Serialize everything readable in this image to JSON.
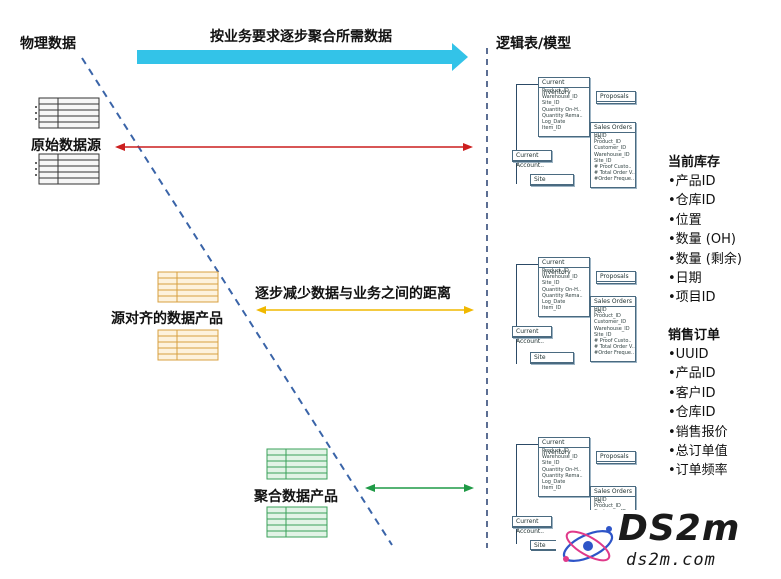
{
  "headers": {
    "left": "物理数据",
    "right": "逻辑表/模型",
    "top_arrow": "按业务要求逐步聚合所需数据"
  },
  "middle_label": "逐步减少数据与业务之间的距离",
  "layers": [
    {
      "label": "原始数据源",
      "color": "#333333"
    },
    {
      "label": "源对齐的数据产品",
      "color": "#d8a040"
    },
    {
      "label": "聚合数据产品",
      "color": "#3aa05a"
    }
  ],
  "arrows": {
    "top_color": "#33c3e8",
    "row1_color": "#cc1f1f",
    "row2_color": "#f0b800",
    "row3_color": "#1f9a46",
    "divider_left_color": "#3a64a8",
    "divider_right_color": "#334b7a"
  },
  "erd": {
    "table1": {
      "name": "Current Inventory",
      "fields": [
        "Product_ID",
        "Warehouse_ID",
        "Site_ID",
        "Quantity On-H..",
        "Quantity Rema..",
        "Log_Date",
        "Item_ID"
      ]
    },
    "table2": {
      "name": "Sales Orders Fo..",
      "fields": [
        "UUID",
        "Product_ID",
        "Customer_ID",
        "Warehouse_ID",
        "Site_ID",
        "# Proof Custo..",
        "# Total Order V..",
        "#Order Freque.."
      ]
    },
    "table3": {
      "name": "Proposals"
    },
    "table4": {
      "name": "Current Account.."
    },
    "table5": {
      "name": "Site"
    }
  },
  "entities": [
    {
      "title": "当前库存",
      "items": [
        "•产品ID",
        "•仓库ID",
        "•位置",
        "•数量 (OH)",
        "•数量 (剩余)",
        "•日期",
        "•项目ID"
      ]
    },
    {
      "title": "销售订单",
      "items": [
        "•UUID",
        "•产品ID",
        "•客户ID",
        "•仓库ID",
        "•销售报价",
        "•总订单值",
        "•订单频率"
      ]
    }
  ],
  "watermark": {
    "logo": "DS2m",
    "url": "ds2m.com"
  }
}
